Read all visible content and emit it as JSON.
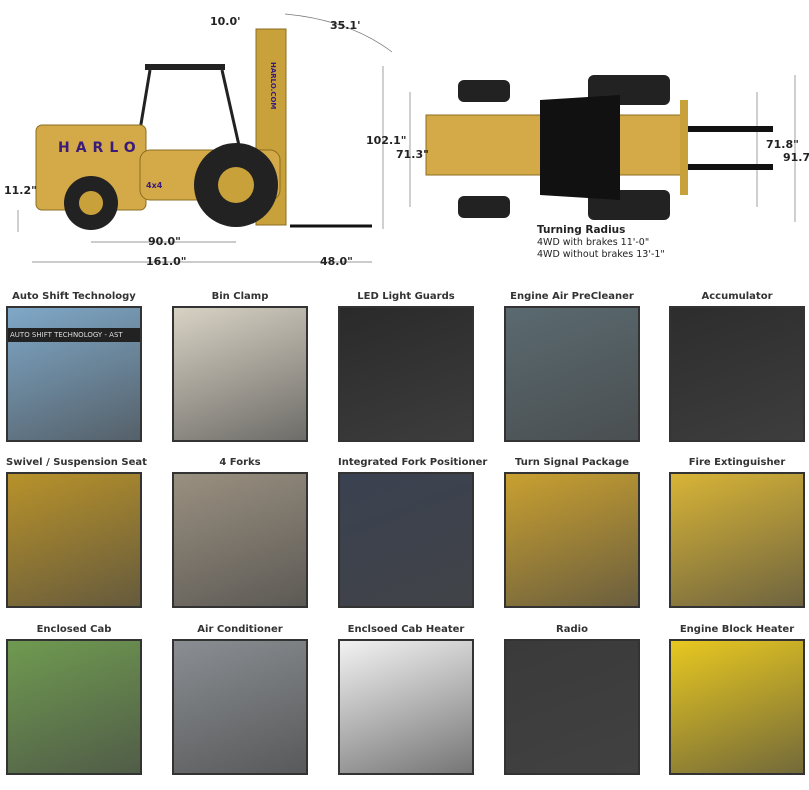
{
  "diagram": {
    "side_view": {
      "brand": "HARLO",
      "mast_text": "HARLO.COM",
      "badge": "4x4",
      "tilt_back": "10.0'",
      "tilt_forward": "35.1'",
      "height": "102.1\"",
      "ground_clearance": "11.2\"",
      "wheelbase": "90.0\"",
      "length": "161.0\"",
      "fork_length": "48.0\""
    },
    "top_view": {
      "width_rear": "71.3\"",
      "width_front": "71.8\"",
      "width_overall": "91.7\"",
      "turning_radius": {
        "title": "Turning Radius",
        "lines": [
          "4WD with brakes 11'-0\"",
          "4WD without brakes 13'-1\""
        ]
      }
    }
  },
  "features": [
    {
      "label": "Auto Shift Technology",
      "sign": "AUTO SHIFT TECHNOLOGY - AST",
      "color": "#7fa8c8"
    },
    {
      "label": "Bin Clamp",
      "color": "#d8d2c4"
    },
    {
      "label": "LED Light Guards",
      "color": "#2a2a2a"
    },
    {
      "label": "Engine Air PreCleaner",
      "color": "#5a6a70"
    },
    {
      "label": "Accumulator",
      "color": "#2d2d2d"
    },
    {
      "label": "Swivel / Suspension Seat",
      "color": "#b8922a"
    },
    {
      "label": "4 Forks",
      "color": "#9a9080"
    },
    {
      "label": "Integrated Fork Positioner",
      "color": "#3a4150"
    },
    {
      "label": "Turn Signal Package",
      "color": "#c9a030"
    },
    {
      "label": "Fire Extinguisher",
      "color": "#d8b436"
    },
    {
      "label": "Enclosed Cab",
      "color": "#6f9a50"
    },
    {
      "label": "Air Conditioner",
      "color": "#8a8e92"
    },
    {
      "label": "Enclsoed Cab Heater",
      "color": "#f2f2f2"
    },
    {
      "label": "Radio",
      "color": "#3a3a3a"
    },
    {
      "label": "Engine Block Heater",
      "color": "#e8c820"
    }
  ]
}
